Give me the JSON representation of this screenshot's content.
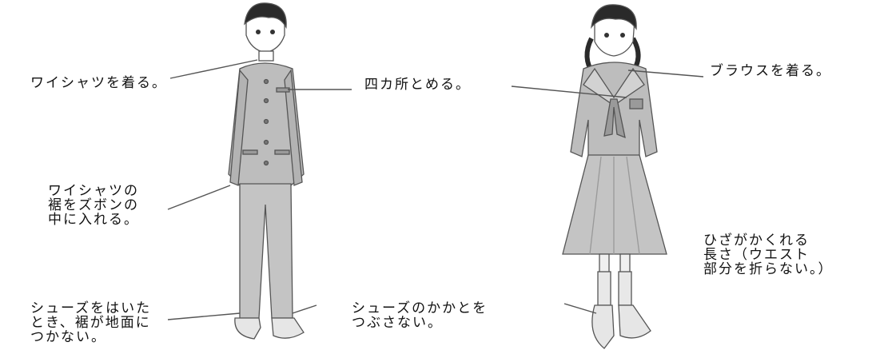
{
  "labels": {
    "boy_shirt": "ワイシャツを着る。",
    "boy_buttons": "四カ所とめる。",
    "boy_tuck": [
      "ワイシャツの",
      "裾をズボンの",
      "中に入れる。"
    ],
    "boy_hem": [
      "シューズをはいた",
      "とき、裾が地面に",
      "つかない。"
    ],
    "girl_blouse": "ブラウスを着る。",
    "girl_skirt": [
      "ひざがかくれる",
      "長さ（ウエスト",
      "部分を折らない。）"
    ],
    "girl_shoes": [
      "シューズのかかとを",
      "つぶさない。"
    ]
  },
  "colors": {
    "uniform_fill": "#bdbdbd",
    "uniform_dark": "#9a9a9a",
    "line": "#555555",
    "hair": "#2a2a2a"
  }
}
